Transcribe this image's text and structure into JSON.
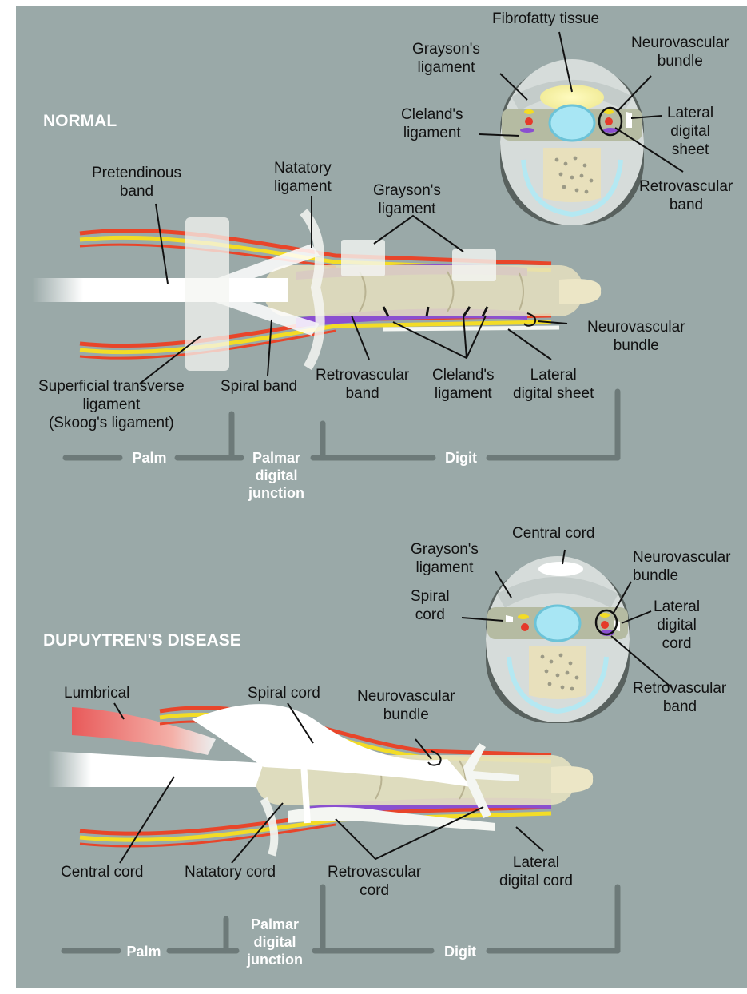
{
  "normal": {
    "heading": "NORMAL",
    "cross_section": {
      "fibrofatty": "Fibrofatty tissue",
      "grayson": [
        "Grayson's",
        "ligament"
      ],
      "neurovascular": [
        "Neurovascular",
        "bundle"
      ],
      "cleland": [
        "Cleland's",
        "ligament"
      ],
      "lateral_sheet": [
        "Lateral",
        "digital",
        "sheet"
      ],
      "retrovascular": [
        "Retrovascular",
        "band"
      ]
    },
    "finger": {
      "pretendinous": [
        "Pretendinous",
        "band"
      ],
      "natatory": [
        "Natatory",
        "ligament"
      ],
      "grayson": [
        "Grayson's",
        "ligament"
      ],
      "neurovascular": [
        "Neurovascular",
        "bundle"
      ],
      "superficial": [
        "Superficial transverse",
        "ligament",
        "(Skoog's ligament)"
      ],
      "spiral": "Spiral band",
      "retrovascular": [
        "Retrovascular",
        "band"
      ],
      "cleland": [
        "Cleland's",
        "ligament"
      ],
      "lateral_sheet": [
        "Lateral",
        "digital sheet"
      ]
    },
    "regions": {
      "palm": "Palm",
      "junction": [
        "Palmar",
        "digital",
        "junction"
      ],
      "digit": "Digit"
    }
  },
  "disease": {
    "heading": "DUPUYTREN'S DISEASE",
    "cross_section": {
      "central": "Central cord",
      "grayson": [
        "Grayson's",
        "ligament"
      ],
      "neurovascular": [
        "Neurovascular",
        "bundle"
      ],
      "spiral": [
        "Spiral",
        "cord"
      ],
      "lateral_cord": [
        "Lateral",
        "digital",
        "cord"
      ],
      "retrovascular": [
        "Retrovascular",
        "band"
      ]
    },
    "finger": {
      "lumbrical": "Lumbrical",
      "spiral": "Spiral cord",
      "neurovascular": [
        "Neurovascular",
        "bundle"
      ],
      "central": "Central cord",
      "natatory": "Natatory cord",
      "retrovascular": [
        "Retrovascular",
        "cord"
      ],
      "lateral_cord": [
        "Lateral",
        "digital cord"
      ]
    },
    "regions": {
      "palm": "Palm",
      "junction": [
        "Palmar",
        "digital",
        "junction"
      ],
      "digit": "Digit"
    }
  }
}
